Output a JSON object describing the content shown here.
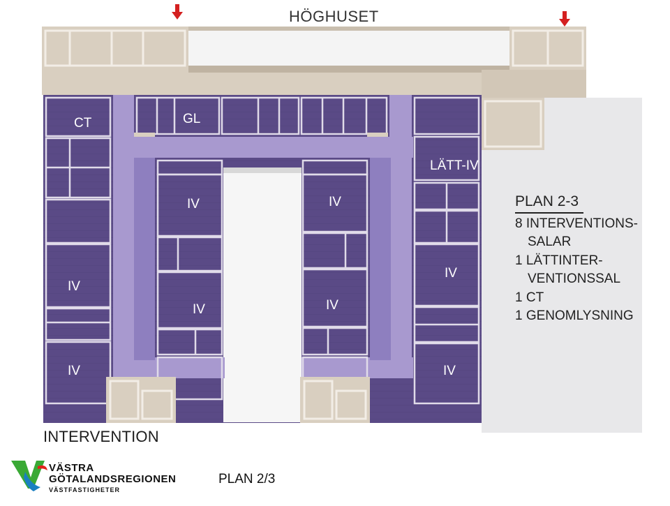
{
  "building_name": "HÖGHUSET",
  "section_label": "INTERVENTION",
  "footer_plan": "PLAN 2/3",
  "legend": {
    "title": "PLAN 2-3",
    "lines": [
      {
        "text": "8 INTERVENTIONS-",
        "indent": false
      },
      {
        "text": "SALAR",
        "indent": true
      },
      {
        "text": "1 LÄTTINTER-",
        "indent": false
      },
      {
        "text": "VENTIONSSAL",
        "indent": true
      },
      {
        "text": "1 CT",
        "indent": false
      },
      {
        "text": "1 GENOMLYSNING",
        "indent": false
      }
    ]
  },
  "rooms": {
    "ct": "CT",
    "gl": "GL",
    "latt_iv": "LÄTT-IV",
    "iv": "IV"
  },
  "logo": {
    "line1": "VÄSTRA",
    "line2": "GÖTALANDSREGIONEN",
    "line3": "VÄSTFASTIGHETER",
    "colors": {
      "green": "#3aa935",
      "blue": "#1a7fc1",
      "red": "#e2231a"
    }
  },
  "colors": {
    "wall_beige": "#d9cfc0",
    "room_purple": "#5a4a86",
    "corridor_purple": "#a899cf",
    "arrow_red": "#d42020"
  }
}
